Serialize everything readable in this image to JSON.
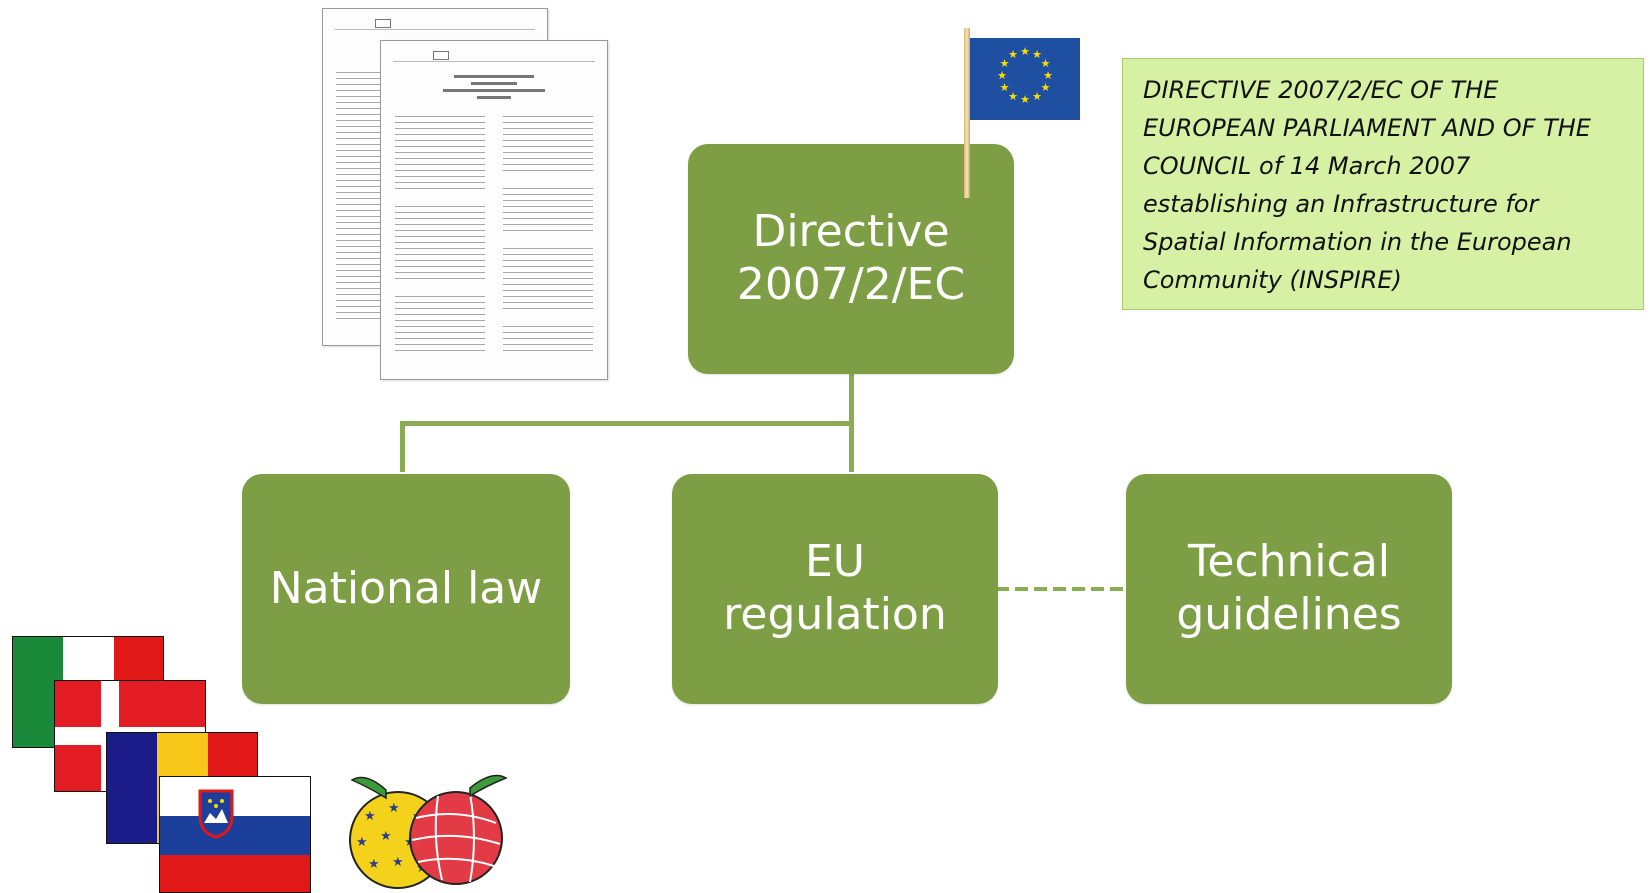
{
  "nodes": {
    "directive": "Directive\n2007/2/EC",
    "national_law": "National law",
    "eu_regulation": "EU\nregulation",
    "technical_guidelines": "Technical\nguidelines"
  },
  "note": {
    "lines": [
      "DIRECTIVE 2007/2/EC OF THE",
      "EUROPEAN PARLIAMENT AND OF THE",
      "COUNCIL of 14 March 2007",
      "establishing an Infrastructure for",
      "Spatial Information in the European",
      "Community (INSPIRE)"
    ]
  },
  "colors": {
    "box_fill": "#7d9e45",
    "connector": "#8aac52",
    "note_fill": "#d6f0a4",
    "eu_blue": "#1f4fa0",
    "eu_star": "#ffdd00"
  },
  "icons": {
    "eu_flag": "eu-flag-icon",
    "documents": "document-icon",
    "national_flags": "national-flags-icon",
    "globes": "inspire-globes-icon"
  }
}
